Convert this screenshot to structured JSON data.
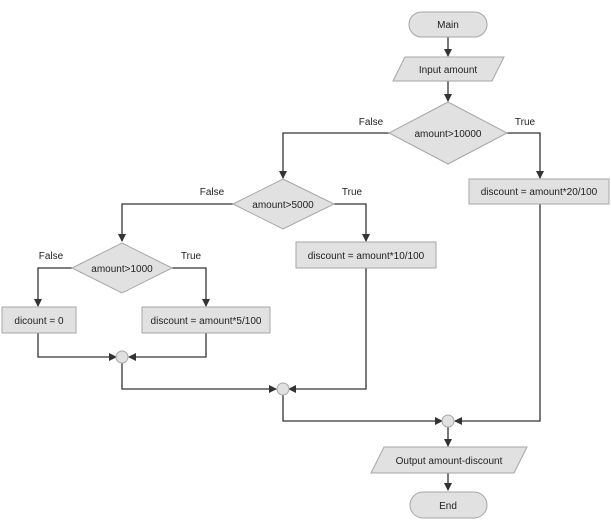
{
  "flowchart": {
    "nodes": {
      "main": "Main",
      "input": "Input amount",
      "cond1": "amount>10000",
      "disc20": "discount = amount*20/100",
      "cond2": "amount>5000",
      "disc10": "discount = amount*10/100",
      "cond3": "amount>1000",
      "disc5": "discount = amount*5/100",
      "disc0": "dicount = 0",
      "output": "Output amount-discount",
      "end": "End"
    },
    "edge_labels": {
      "cond1_false": "False",
      "cond1_true": "True",
      "cond2_false": "False",
      "cond2_true": "True",
      "cond3_false": "False",
      "cond3_true": "True"
    }
  }
}
